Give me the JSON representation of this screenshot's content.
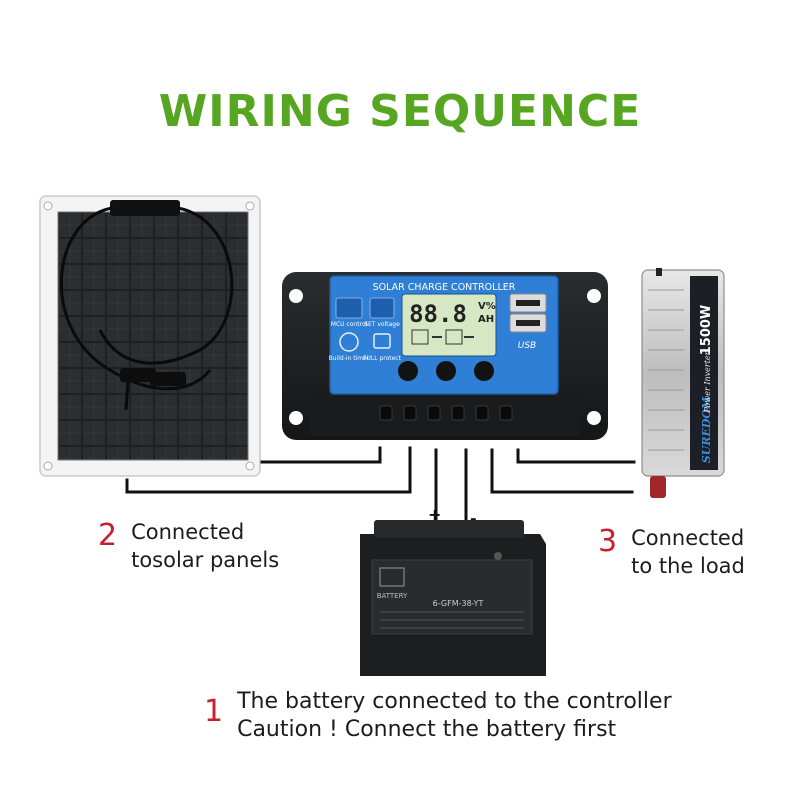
{
  "title": "WIRING SEQUENCE",
  "colors": {
    "title": "#56a621",
    "step_number": "#c8202a",
    "text": "#1c1c1c",
    "controller_panel": "#2f7fd6",
    "wire": "#111111"
  },
  "controller": {
    "header": "SOLAR CHARGE CONTROLLER",
    "lcd_digits": "88.8",
    "lcd_units_top": "V%",
    "lcd_units_bottom": "AH",
    "left_buttons": [
      "MCU control",
      "Build-in timer"
    ],
    "right_buttons": [
      "SET voltage",
      "FULL protect"
    ],
    "usb_label": "USB"
  },
  "inverter": {
    "power": "1500W",
    "brand": "SUREDOM",
    "subtitle": "Power Inverter"
  },
  "battery": {
    "brand": "BATTERY",
    "model": "6-GFM-38-YT",
    "pos": "+",
    "neg": "-"
  },
  "steps": [
    {
      "number": "1",
      "lines": [
        "The battery connected to the controller",
        "Caution ! Connect the battery first"
      ]
    },
    {
      "number": "2",
      "lines": [
        "Connected",
        "tosolar panels"
      ]
    },
    {
      "number": "3",
      "lines": [
        "Connected",
        "to the load"
      ]
    }
  ]
}
